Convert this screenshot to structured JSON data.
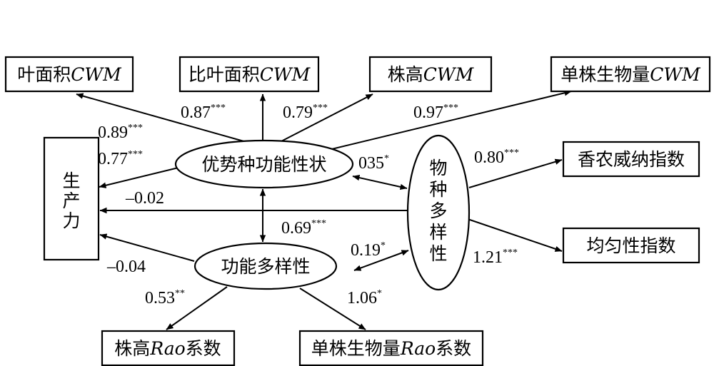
{
  "boxes": {
    "leaf_area": {
      "prefix": "叶面积",
      "italic": "CWM",
      "suffix": ""
    },
    "sla": {
      "prefix": "比叶面积",
      "italic": "CWM",
      "suffix": ""
    },
    "height": {
      "prefix": "株高",
      "italic": "CWM",
      "suffix": ""
    },
    "biomass": {
      "prefix": "单株生物量",
      "italic": "CWM",
      "suffix": ""
    },
    "productivity": {
      "chars": [
        "生",
        "产",
        "力"
      ]
    },
    "shannon": {
      "prefix": "香农威纳指数",
      "italic": "",
      "suffix": ""
    },
    "evenness": {
      "prefix": "均匀性指数",
      "italic": "",
      "suffix": ""
    },
    "height_rao": {
      "prefix": "株高",
      "italic": "Rao",
      "suffix": "系数"
    },
    "biomass_rao": {
      "prefix": "单株生物量",
      "italic": "Rao",
      "suffix": "系数"
    }
  },
  "ellipses": {
    "dominant": "优势种功能性状",
    "functional_div": "功能多样性",
    "species_div": {
      "chars": [
        "物",
        "种",
        "多",
        "样",
        "性"
      ]
    }
  },
  "coefficients": {
    "c_leaf_area": {
      "value": "0.87",
      "sig": "***"
    },
    "c_sla": {
      "value": "0.79",
      "sig": "***"
    },
    "c_biomass_cwm": {
      "value": "0.97",
      "sig": "***"
    },
    "c_prod_1": {
      "value": "0.89",
      "sig": "***"
    },
    "c_prod_2": {
      "value": "0.77",
      "sig": "***"
    },
    "c_dom_species": {
      "value": "035",
      "sig": "*"
    },
    "c_shannon": {
      "value": "0.80",
      "sig": "***"
    },
    "c_species_prod": {
      "value": "–0.02",
      "sig": ""
    },
    "c_dom_func": {
      "value": "0.69",
      "sig": "***"
    },
    "c_func_species": {
      "value": "0.19",
      "sig": "*"
    },
    "c_evenness": {
      "value": "1.21",
      "sig": "***"
    },
    "c_func_prod": {
      "value": "–0.04",
      "sig": ""
    },
    "c_height_rao": {
      "value": "0.53",
      "sig": "**"
    },
    "c_biomass_rao": {
      "value": "1.06",
      "sig": "*"
    }
  }
}
